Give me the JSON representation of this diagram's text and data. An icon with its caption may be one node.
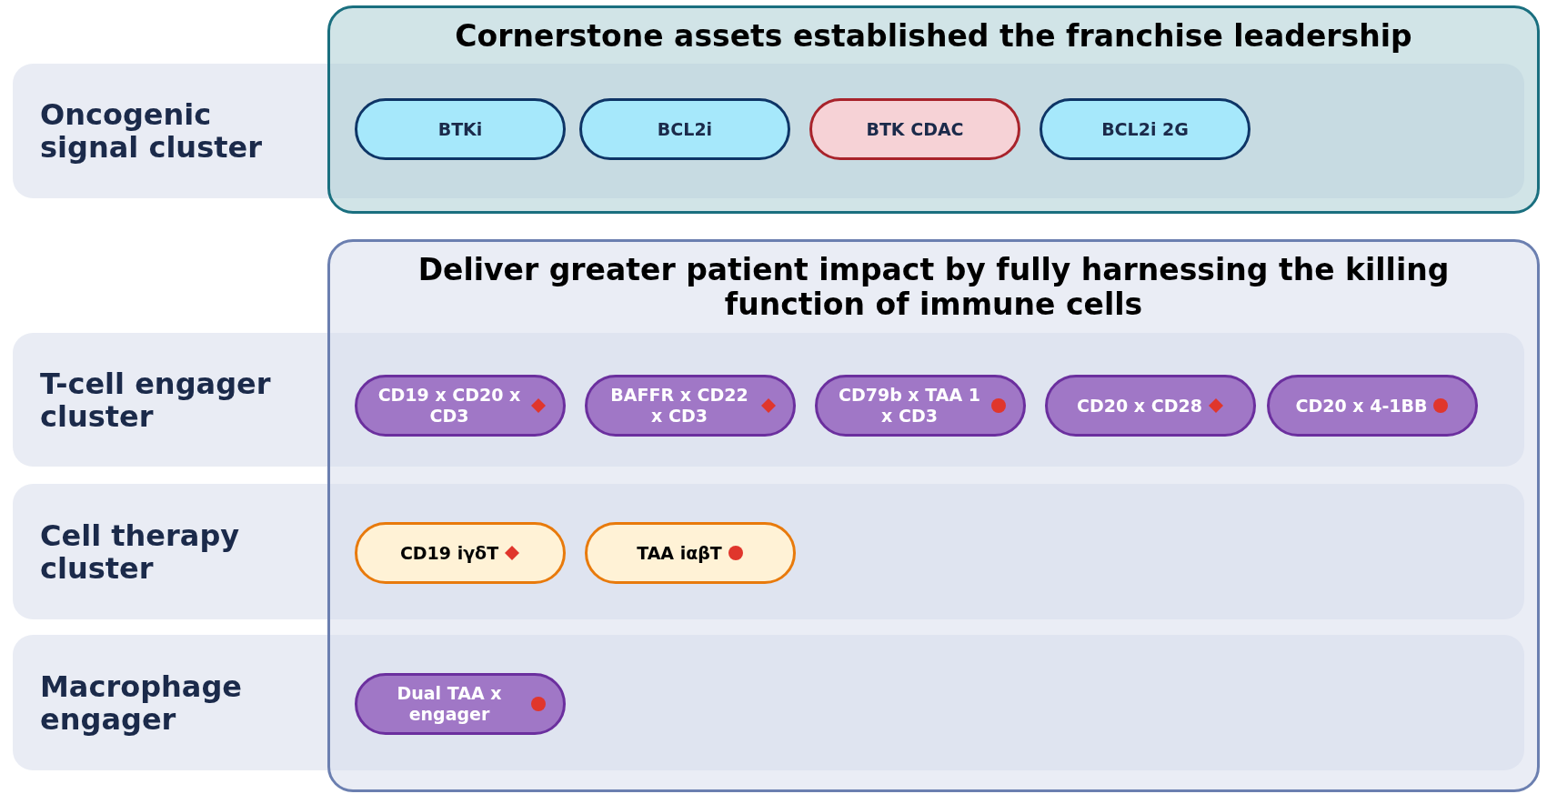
{
  "diagram": {
    "nodes": [
      {
        "text": [
          "Oncogenic signal cluster"
        ]
      },
      {
        "text": [
          "Cornerstone assets established the franchise leadership"
        ]
      },
      {
        "text": [
          "BTKi"
        ]
      },
      {
        "text": [
          "BCL2i"
        ]
      },
      {
        "text": [
          "BTK CDAC"
        ]
      },
      {
        "text": [
          "BCL2i 2G"
        ]
      },
      {
        "text": [
          "Deliver greater patient impact by fully harnessing the killing function of immune cells"
        ]
      },
      {
        "text": [
          "T-cell engager cluster"
        ]
      },
      {
        "text": [
          "CD19 x CD20 x CD3"
        ]
      },
      {
        "text": [
          "BAFFR x CD22 x CD3"
        ]
      },
      {
        "text": [
          "CD79b x TAA 1 x CD3"
        ]
      },
      {
        "text": [
          "CD20 x CD28"
        ]
      },
      {
        "text": [
          "CD20 x 4-1BB"
        ]
      },
      {
        "text": [
          "Cell therapy cluster"
        ]
      },
      {
        "text": [
          "CD19 iγδT"
        ]
      },
      {
        "text": [
          "TAA iαβT"
        ]
      },
      {
        "text": [
          "Macrophage engager"
        ]
      },
      {
        "text": [
          "Dual TAA  x engager"
        ]
      }
    ],
    "edges": []
  }
}
